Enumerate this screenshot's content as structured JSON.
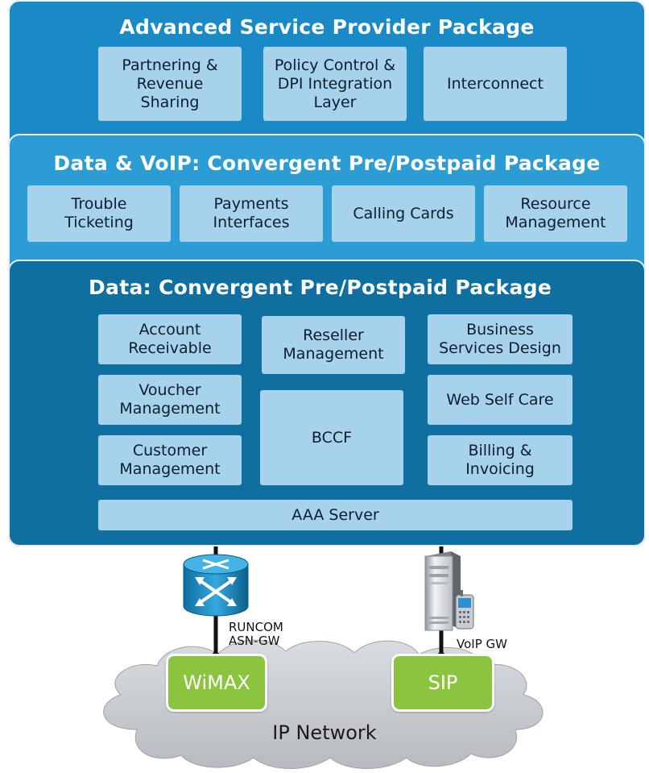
{
  "colors": {
    "top_panel": "#1a8ac7",
    "middle_panel": "#2b9dd4",
    "bottom_panel": "#0e6fa0",
    "box_light": "#a6d2ec",
    "green": "#8bc53f",
    "cloud": "#c4c8ce"
  },
  "top": {
    "title": "Advanced Service Provider Package",
    "boxes": [
      "Partnering &\nRevenue\nSharing",
      "Policy Control &\nDPI Integration\nLayer",
      "Interconnect"
    ]
  },
  "middle": {
    "title": "Data & VoIP: Convergent Pre/Postpaid Package",
    "boxes": [
      "Trouble\nTicketing",
      "Payments\nInterfaces",
      "Calling Cards",
      "Resource\nManagement"
    ]
  },
  "bottom": {
    "title": "Data: Convergent Pre/Postpaid Package",
    "account_receivable": "Account\nReceivable",
    "voucher_management": "Voucher\nManagement",
    "customer_management": "Customer\nManagement",
    "reseller_management": "Reseller\nManagement",
    "bccf": "BCCF",
    "business_services": "Business\nServices Design",
    "web_self_care": "Web Self Care",
    "billing_invoicing": "Billing &\nInvoicing",
    "aaa_server": "AAA Server"
  },
  "network": {
    "router_icon": "router-icon",
    "server_icon": "server-icon",
    "phone_icon": "mobile-phone-icon",
    "runcom_label": "RUNCOM\nASN-GW",
    "voip_label": "VoIP GW",
    "wimax": "WiMAX",
    "sip": "SIP",
    "ip_network": "IP Network"
  }
}
